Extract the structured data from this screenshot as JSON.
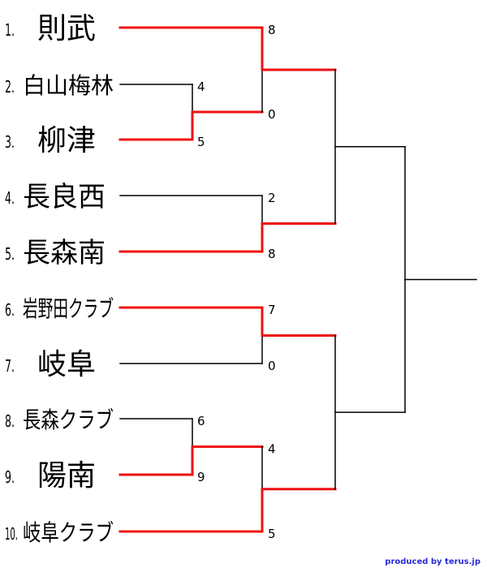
{
  "bracket": {
    "colors": {
      "winner": "#ee1111",
      "default": "#000000"
    },
    "teams": [
      {
        "seed": "1.",
        "name": "則武"
      },
      {
        "seed": "2.",
        "name": "白山梅林"
      },
      {
        "seed": "3.",
        "name": "柳津"
      },
      {
        "seed": "4.",
        "name": "長良西"
      },
      {
        "seed": "5.",
        "name": "長森南"
      },
      {
        "seed": "6.",
        "name": "岩野田クラブ"
      },
      {
        "seed": "7.",
        "name": "岐阜"
      },
      {
        "seed": "8.",
        "name": "長森クラブ"
      },
      {
        "seed": "9.",
        "name": "陽南"
      },
      {
        "seed": "10.",
        "name": "岐阜クラブ"
      }
    ],
    "matches": [
      {
        "id": "r1a",
        "top_score": "4",
        "bottom_score": "5",
        "winner": "bottom"
      },
      {
        "id": "r1b",
        "top_score": "6",
        "bottom_score": "9",
        "winner": "bottom"
      },
      {
        "id": "r2a",
        "top_score": "8",
        "bottom_score": "0",
        "winner": "top"
      },
      {
        "id": "r2b",
        "top_score": "2",
        "bottom_score": "8",
        "winner": "bottom"
      },
      {
        "id": "r2c",
        "top_score": "7",
        "bottom_score": "0",
        "winner": "top"
      },
      {
        "id": "r2d",
        "top_score": "4",
        "bottom_score": "5",
        "winner": "bottom"
      },
      {
        "id": "sfa",
        "top_score": "",
        "bottom_score": "",
        "winner": "none"
      },
      {
        "id": "sfb",
        "top_score": "",
        "bottom_score": "",
        "winner": "none"
      },
      {
        "id": "final",
        "top_score": "",
        "bottom_score": "",
        "winner": "none"
      }
    ]
  },
  "credit": "produced by terus.jp"
}
